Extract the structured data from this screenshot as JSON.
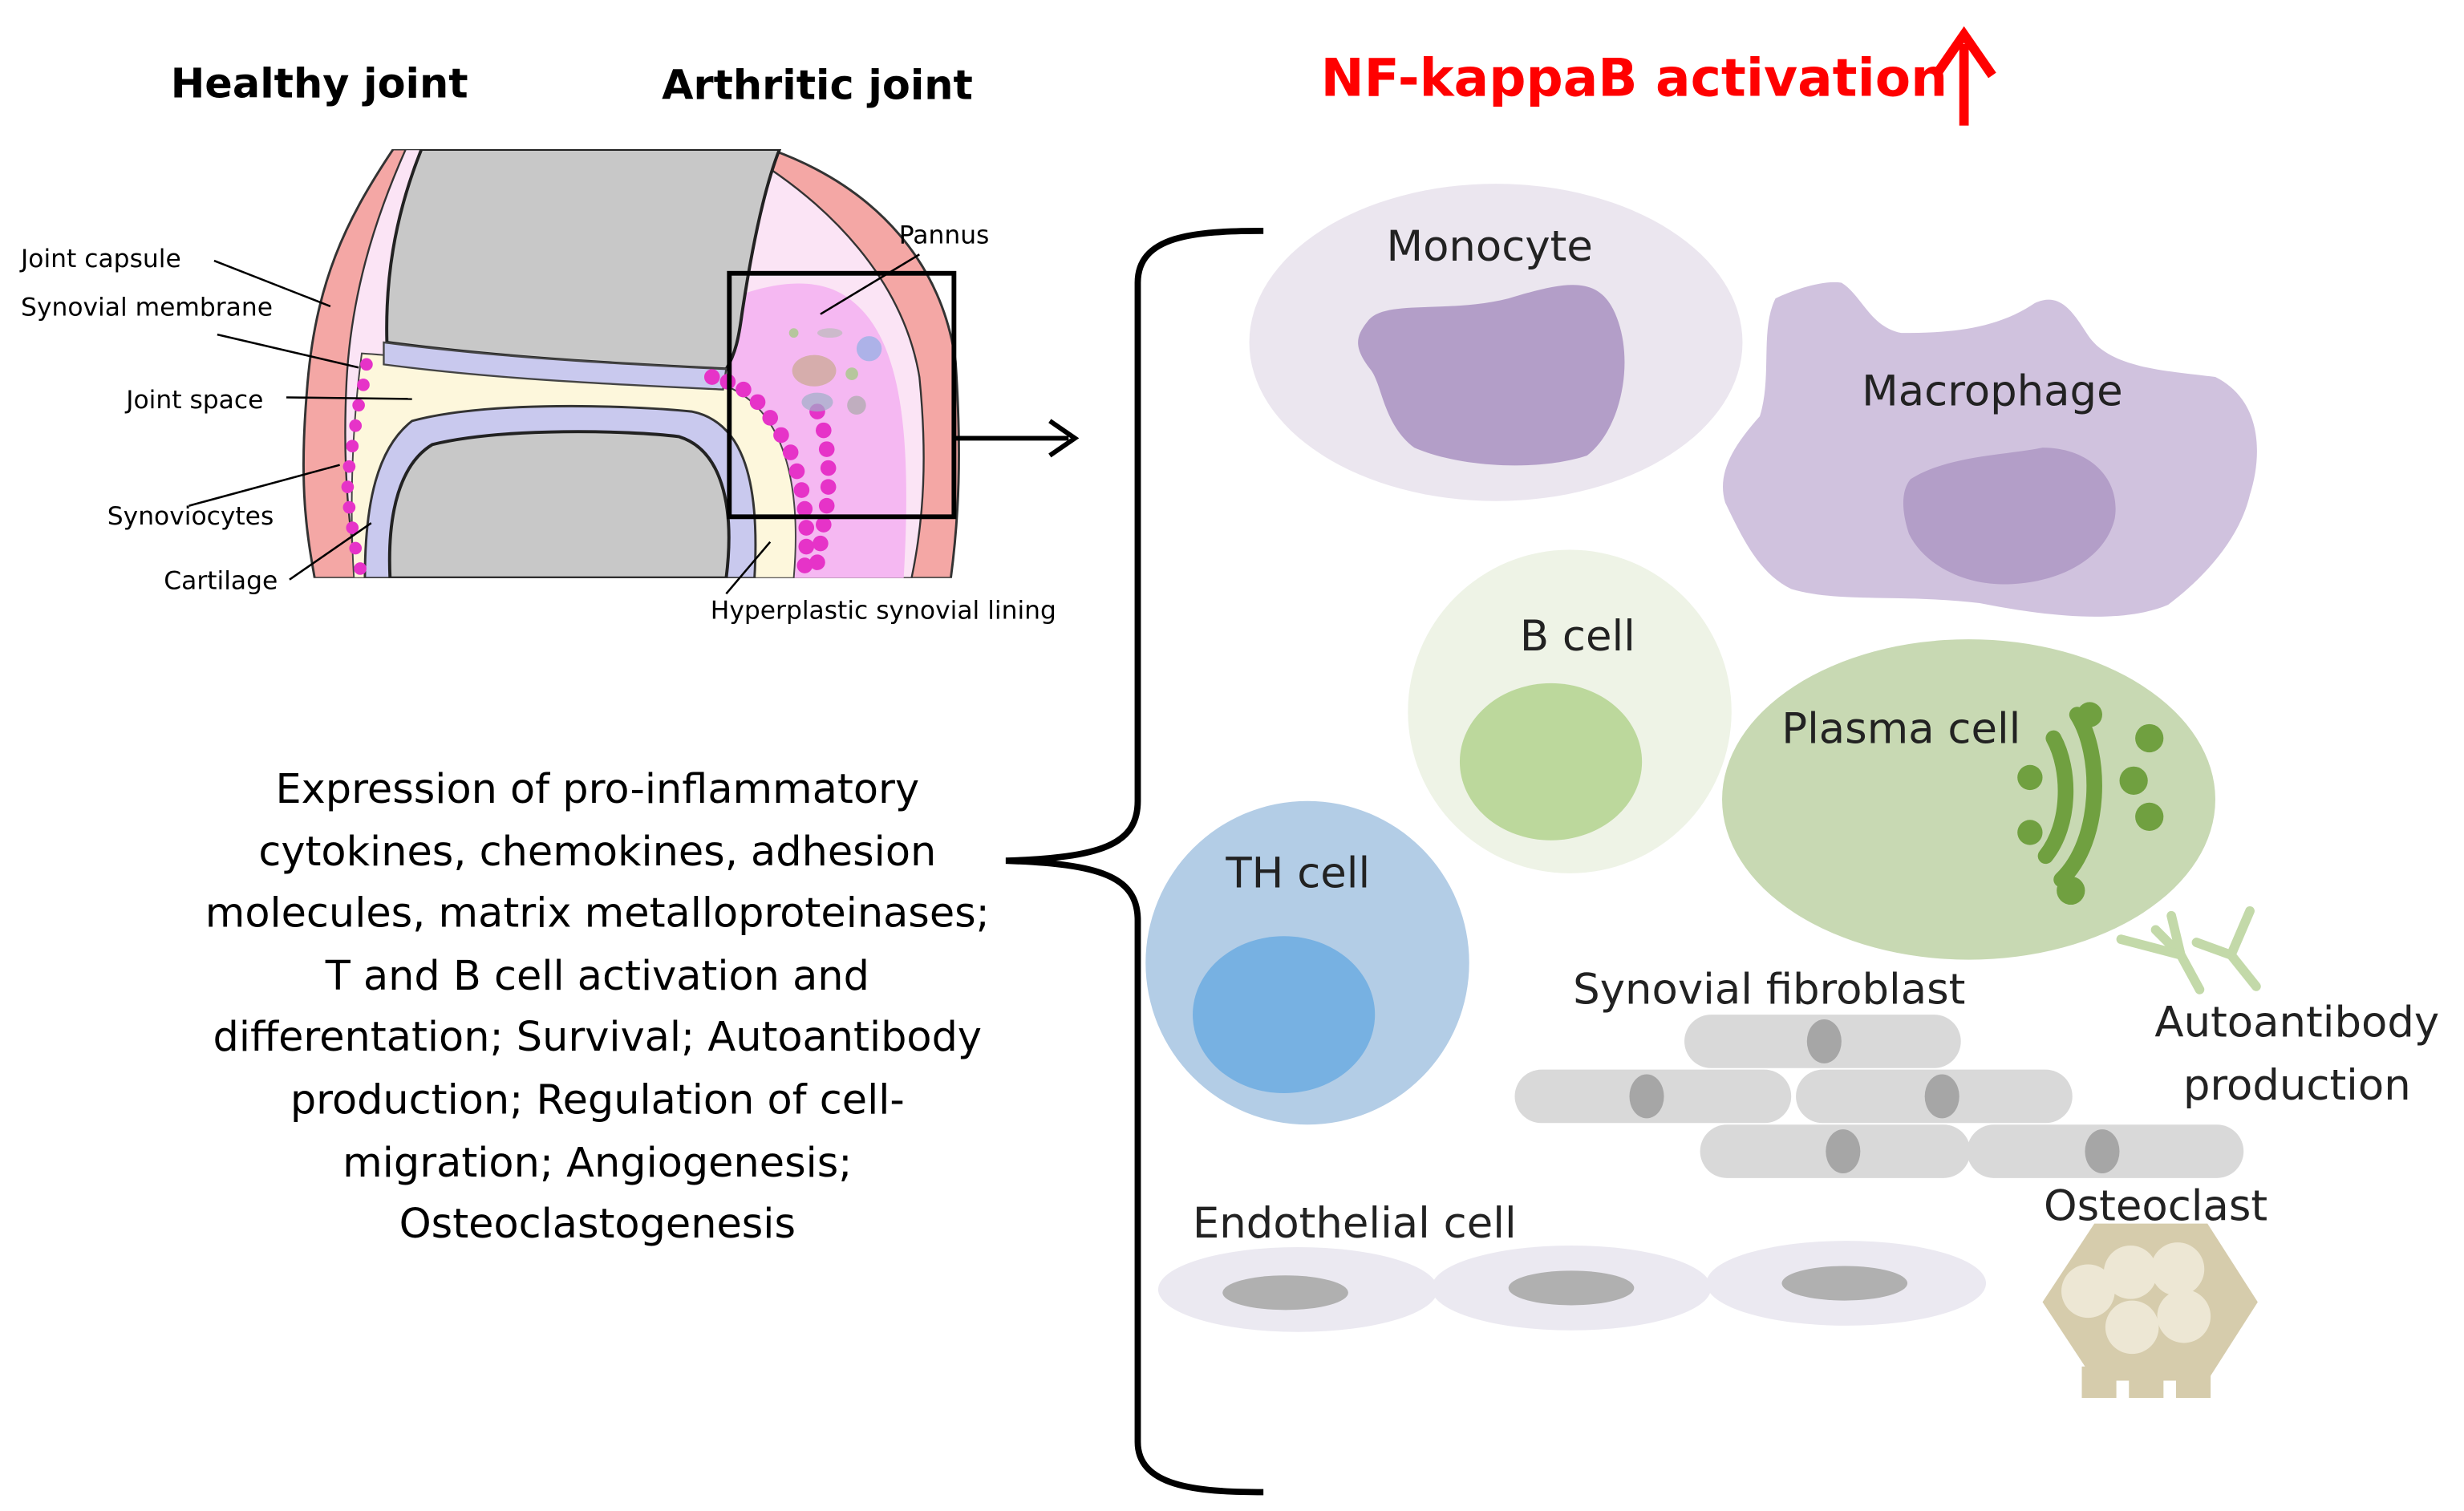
{
  "headings": {
    "healthy": "Healthy joint",
    "arthritic": "Arthritic joint",
    "nfkb": "NF-kappaB activation"
  },
  "joint_labels": {
    "capsule": "Joint capsule",
    "membrane": "Synovial membrane",
    "space": "Joint space",
    "synoviocytes": "Synoviocytes",
    "cartilage": "Cartilage",
    "pannus": "Pannus",
    "hyperplastic": "Hyperplastic synovial lining"
  },
  "effects": [
    "Expression  of pro-inflammatory",
    "cytokines, chemokines, adhesion",
    "molecules, matrix metalloproteinases;",
    "T  and B cell  activation and",
    "differentation;  Survival; Autoantibody",
    "production;  Regulation of cell-",
    "migration; Angiogenesis;",
    "Osteoclastogenesis"
  ],
  "cells": {
    "monocyte": "Monocyte",
    "macrophage": "Macrophage",
    "bcell": "B cell",
    "plasma": "Plasma cell",
    "thcell": "TH cell",
    "fibroblast": "Synovial fibroblast",
    "autoantibody_1": "Autoantibody",
    "autoantibody_2": "production",
    "endothelial": "Endothelial  cell",
    "osteoclast": "Osteoclast"
  },
  "colors": {
    "nfkb_red": "#ff0000",
    "capsule_pink": "#f4a7a5",
    "synoviocyte_magenta": "#e633c8",
    "cartilage_lavender": "#c9c9ee",
    "joint_space_cream": "#fdf7dc",
    "bone_gray": "#c8c8c8",
    "monocyte": "#b39ec8",
    "bcell": "#bcd89c",
    "plasma": "#c8d9b3",
    "thcell": "#77b1e2",
    "fibroblast": "#d9d9d9",
    "osteoclast": "#d6ccac"
  }
}
